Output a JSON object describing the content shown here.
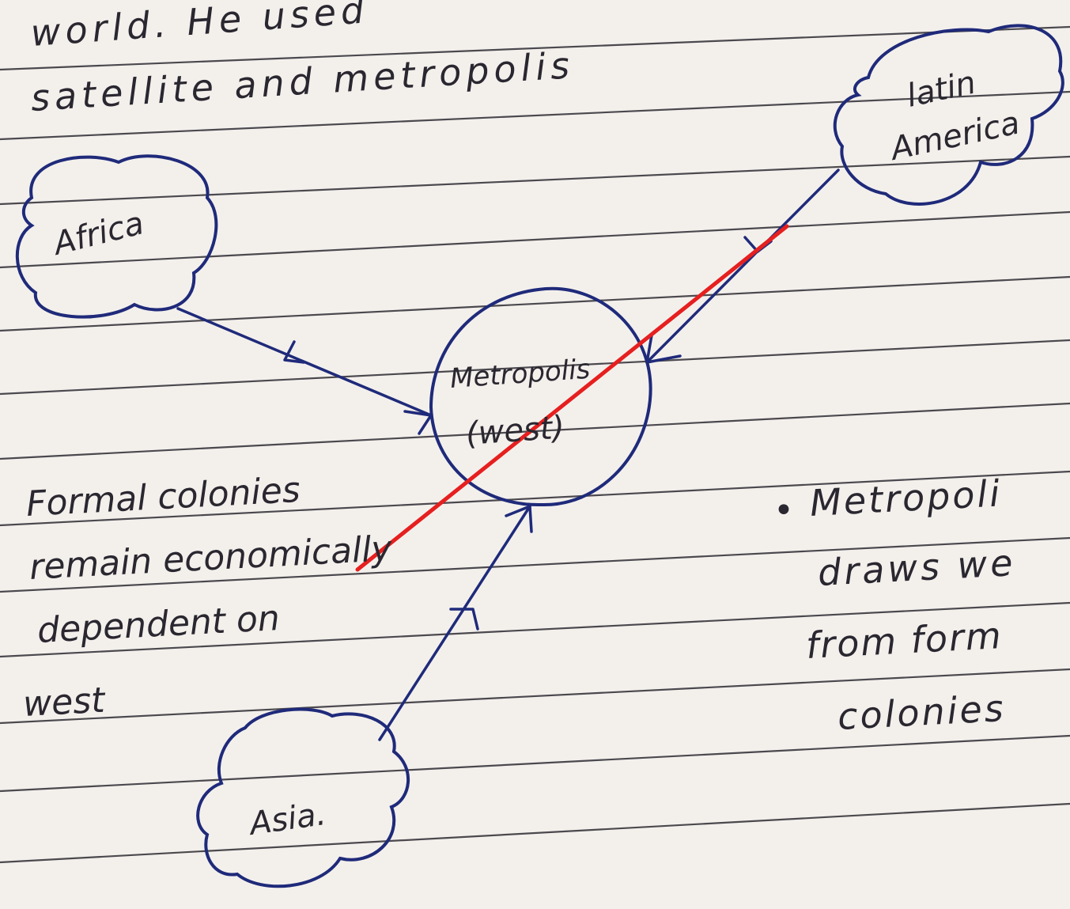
{
  "header_text": {
    "line1": "world. He used",
    "line2": "satellite and metropolis"
  },
  "nodes": {
    "africa": "Africa",
    "latin_america_1": "latin",
    "latin_america_2": "America",
    "metropolis_1": "Metropolis",
    "metropolis_2": "(west)",
    "asia": "Asia."
  },
  "left_note": {
    "line1": "Formal colonies",
    "line2": "remain economically",
    "line3": "dependent on",
    "line4": "west"
  },
  "right_note": {
    "bullet": "•",
    "line1": "Metropoli",
    "line2": "draws we",
    "line3": "from form",
    "line4": "colonies"
  },
  "colors": {
    "paper": "#f3f0ec",
    "rule_lines": "#2e2c33",
    "ink": "#2a2730",
    "blue_ink": "#1f2a7a",
    "red_strike": "#e61f1f"
  }
}
